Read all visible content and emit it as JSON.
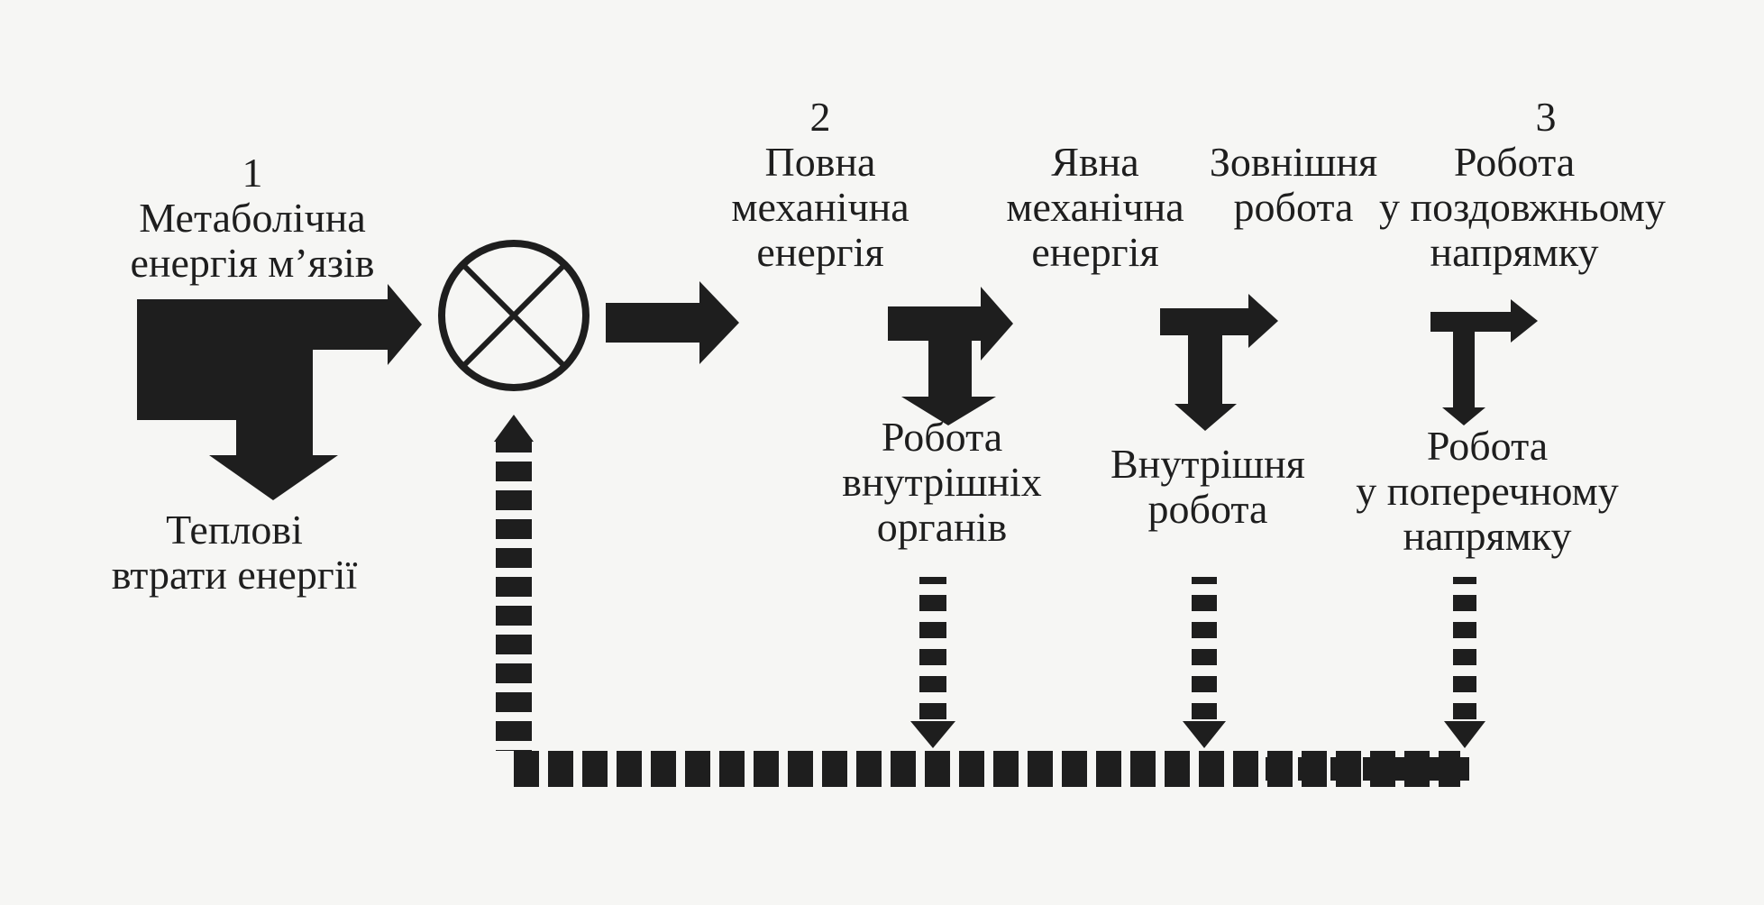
{
  "stages": {
    "s1": "1",
    "s2": "2",
    "s3": "3"
  },
  "labels": {
    "metabolic": [
      "Метаболічна",
      "енергія м’язів"
    ],
    "heat_loss": [
      "Теплові",
      "втрати енергії"
    ],
    "full_mech": [
      "Повна",
      "механічна",
      "енергія"
    ],
    "internal_organs": [
      "Робота",
      "внутрішніх",
      "органів"
    ],
    "explicit_mech": [
      "Явна",
      "механічна",
      "енергія"
    ],
    "external_work": [
      "Зовнішня",
      "робота"
    ],
    "internal_work": [
      "Внутрішня",
      "робота"
    ],
    "longitudinal": [
      "Робота",
      "у поздовжньому",
      "напрямку"
    ],
    "transverse": [
      "Робота",
      "у поперечному",
      "напрямку"
    ]
  },
  "colors": {
    "ink": "#1e1e1e",
    "background": "#f6f6f4"
  }
}
